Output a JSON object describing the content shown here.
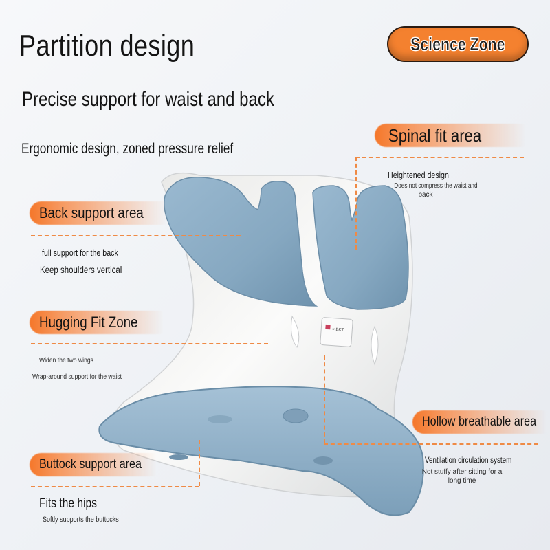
{
  "header": {
    "title": "Partition design",
    "subtitle": "Precise support for waist and back",
    "tagline": "Ergonomic design, zoned pressure relief",
    "badge": "Science Zone"
  },
  "zones": [
    {
      "id": "spinal",
      "label": "Spinal fit area",
      "lines": [
        "Heightened design",
        "Does not compress the waist and",
        "back"
      ]
    },
    {
      "id": "back",
      "label": "Back support area",
      "lines": [
        "full support for the back",
        "Keep shoulders vertical"
      ]
    },
    {
      "id": "hugging",
      "label": "Hugging Fit Zone",
      "lines": [
        "Widen the two wings",
        "Wrap-around support for the waist"
      ]
    },
    {
      "id": "hollow",
      "label": "Hollow breathable area",
      "lines": [
        "Ventilation circulation system",
        "Not stuffy after sitting for a",
        "long time"
      ]
    },
    {
      "id": "buttock",
      "label": "Buttock support area",
      "lines": [
        "Fits the hips",
        "Softly supports the buttocks"
      ]
    }
  ],
  "product": {
    "brand_tag": "× BKT",
    "cushion_color": "#8fb0c8",
    "shell_color": "#f1f1f0"
  },
  "colors": {
    "accent": "#f4812f",
    "dash": "#ef8a45",
    "text": "#141414"
  }
}
